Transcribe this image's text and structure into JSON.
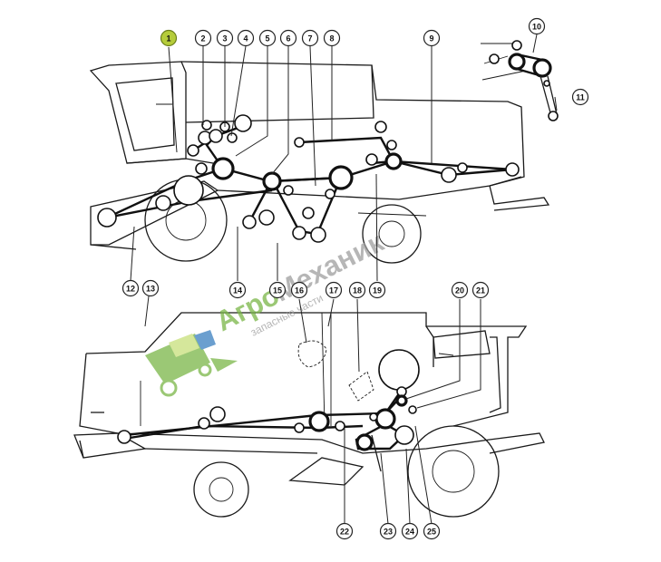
{
  "callouts": [
    {
      "label": "1",
      "highlight": "#b5cc3a"
    },
    {
      "label": "2"
    },
    {
      "label": "3"
    },
    {
      "label": "4"
    },
    {
      "label": "5"
    },
    {
      "label": "6"
    },
    {
      "label": "7"
    },
    {
      "label": "8"
    },
    {
      "label": "9"
    },
    {
      "label": "10"
    },
    {
      "label": "11"
    },
    {
      "label": "12"
    },
    {
      "label": "13"
    },
    {
      "label": "14"
    },
    {
      "label": "15"
    },
    {
      "label": "16"
    },
    {
      "label": "17"
    },
    {
      "label": "18"
    },
    {
      "label": "19"
    },
    {
      "label": "20"
    },
    {
      "label": "21"
    },
    {
      "label": "22"
    },
    {
      "label": "23"
    },
    {
      "label": "24"
    },
    {
      "label": "25"
    }
  ],
  "watermark": {
    "brand_part1": "Агро",
    "brand_part2": "Механик",
    "tagline": "запасные части",
    "color_green": "#7ab648",
    "color_gray": "#9e9e9e",
    "icon": "combine-harvester-logo-icon"
  }
}
